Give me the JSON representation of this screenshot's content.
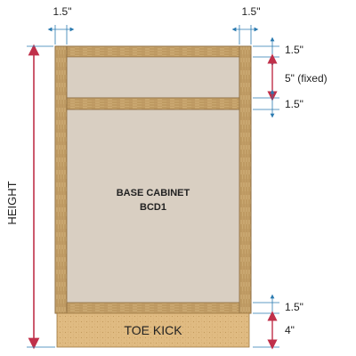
{
  "cabinet": {
    "name_line1": "BASE CABINET",
    "name_line2": "BCD1"
  },
  "toe_kick": {
    "label": "TOE KICK"
  },
  "dimensions": {
    "height": "HEIGHT",
    "top_left_stile": "1.5\"",
    "top_right_stile": "1.5\"",
    "top_rail": "1.5\"",
    "drawer_opening": "5\" (fixed)",
    "mid_rail": "1.5\"",
    "bottom_rail": "1.5\"",
    "toe_kick_height": "4\""
  },
  "colors": {
    "panel": "#d9cfc2",
    "wood": "#c9a770",
    "wood_grain": "#b48a4e",
    "toe_kick": "#e0bb82",
    "height_dim": "#c0304a",
    "horizontal_dim": "#2a7ab0",
    "dim_line": "#2a7ab0"
  }
}
